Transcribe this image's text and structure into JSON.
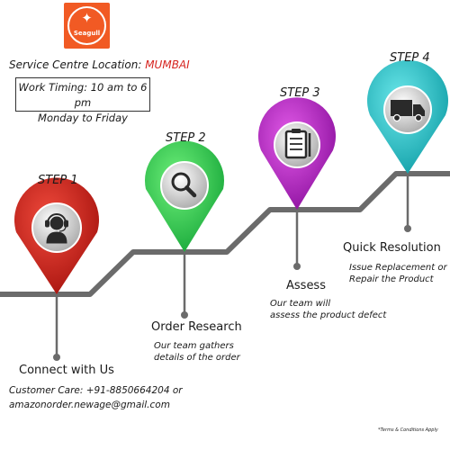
{
  "brand": {
    "name": "Seagull"
  },
  "service": {
    "location_label": "Service Centre Location:",
    "location_city": "MUMBAI"
  },
  "work_timing": {
    "line1": "Work Timing: 10 am to 6 pm",
    "line2": "Monday to Friday"
  },
  "steps": [
    {
      "label": "STEP 1",
      "title": "Connect with Us",
      "contact_line1": "Customer Care: +91-8850664204  or",
      "contact_line2": "amazonorder.newage@gmail.com",
      "icon": "headset-support-icon",
      "color": "#d6241f"
    },
    {
      "label": "STEP 2",
      "title": "Order Research",
      "desc_line1": "Our team gathers",
      "desc_line2": "details of the order",
      "icon": "magnifier-icon",
      "color": "#2fd45a"
    },
    {
      "label": "STEP 3",
      "title": "Assess",
      "desc_line1": "Our team will",
      "desc_line2": "assess the product defect",
      "icon": "clipboard-icon",
      "color": "#c72bd0"
    },
    {
      "label": "STEP 4",
      "title": "Quick Resolution",
      "desc_line1": "Issue Replacement or",
      "desc_line2": "Repair the Product",
      "icon": "truck-icon",
      "color": "#1fc4c7"
    }
  ],
  "terms": "*Terms & Conditions Apply"
}
